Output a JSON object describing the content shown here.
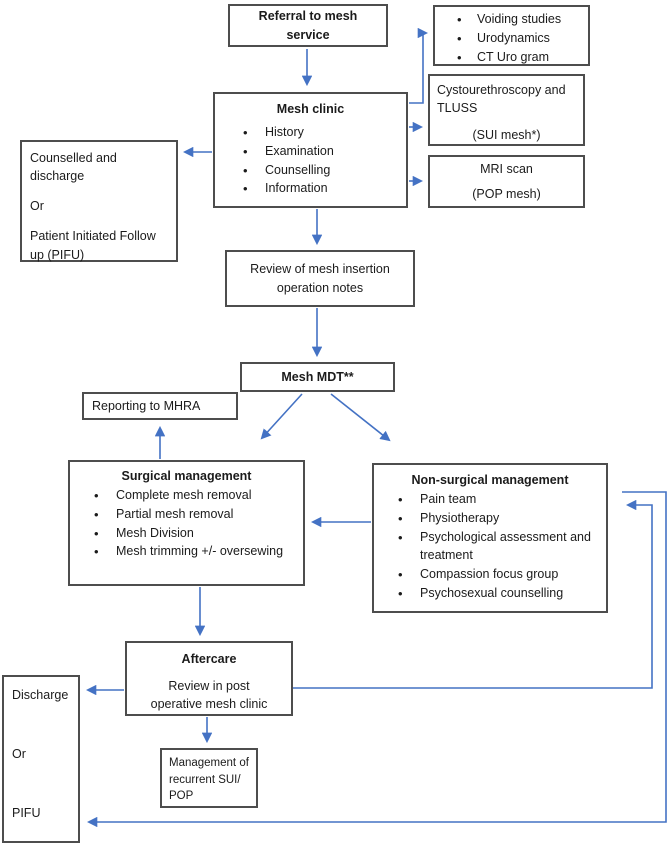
{
  "colors": {
    "arrow": "#4472C4",
    "border": "#4d4d4d",
    "text": "#1b1b1b"
  },
  "nodes": {
    "referral": {
      "title": "Referral to mesh service"
    },
    "diagnostics": {
      "bullets": [
        "Voiding studies",
        "Urodynamics",
        "CT Uro gram"
      ]
    },
    "mesh_clinic": {
      "title": "Mesh clinic",
      "bullets": [
        "History",
        "Examination",
        "Counselling",
        "Information"
      ]
    },
    "cystourethroscopy": {
      "line1": "Cystourethroscopy and TLUSS",
      "line2": "(SUI mesh*)"
    },
    "mri": {
      "line1": "MRI scan",
      "line2": "(POP mesh)"
    },
    "counselled": {
      "line1": "Counselled and discharge",
      "line2": "Or",
      "line3": "Patient Initiated Follow up (PIFU)"
    },
    "review": {
      "title": "Review of mesh insertion operation notes"
    },
    "mdt": {
      "title": "Mesh MDT**"
    },
    "mhra": {
      "title": "Reporting to MHRA"
    },
    "surgical": {
      "title": "Surgical management",
      "bullets": [
        "Complete mesh removal",
        "Partial mesh removal",
        "Mesh Division",
        "Mesh trimming +/- oversewing"
      ]
    },
    "nonsurgical": {
      "title": "Non-surgical management",
      "bullets": [
        "Pain team",
        "Physiotherapy",
        "Psychological assessment and treatment",
        "Compassion focus group",
        "Psychosexual counselling"
      ]
    },
    "aftercare": {
      "title": "Aftercare",
      "body": "Review in post operative mesh clinic"
    },
    "recurrent": {
      "title": "Management of recurrent SUI/ POP"
    },
    "discharge": {
      "line1": "Discharge",
      "line2": "Or",
      "line3": "PIFU"
    }
  }
}
